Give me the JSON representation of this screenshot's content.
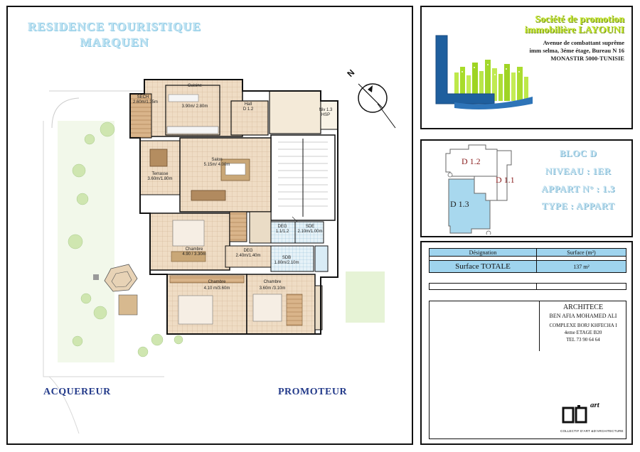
{
  "project": {
    "title_line1": "RESIDENCE TOURISTIQUE",
    "title_line2": "MARQUEN"
  },
  "signatures": {
    "buyer": "ACQUEREUR",
    "promoter": "PROMOTEUR"
  },
  "plan": {
    "north": "N",
    "rooms": [
      {
        "id": "sech",
        "label": "SECH",
        "dims": "2.60m/1.35m"
      },
      {
        "id": "cuisine",
        "label": "Cuisine",
        "dims": "3.90m/ 2.80m"
      },
      {
        "id": "hall",
        "label": "Hall",
        "dims": "D 1.2"
      },
      {
        "id": "niv",
        "label": "Niv 1.3",
        "dims": "HSP"
      },
      {
        "id": "salon",
        "label": "Salon",
        "dims": "5.15m/ 4.00m"
      },
      {
        "id": "terrasse",
        "label": "Terrasse",
        "dims": "3.60m/1.80m"
      },
      {
        "id": "chambre1",
        "label": "Chambre",
        "dims": "4.90 / 3.30m"
      },
      {
        "id": "deg1",
        "label": "DEG",
        "dims": "1.1/1.2"
      },
      {
        "id": "sde",
        "label": "SDE",
        "dims": "2.10m/1.00m"
      },
      {
        "id": "deg2",
        "label": "DEG",
        "dims": "2.40m/1.40m"
      },
      {
        "id": "sdb",
        "label": "SDB",
        "dims": "1.80m/2.10m"
      },
      {
        "id": "chambre2",
        "label": "Chambre",
        "dims": "4.10 m/3.60m"
      },
      {
        "id": "chambre3",
        "label": "Chambre",
        "dims": "3.60m /3.10m"
      }
    ]
  },
  "company": {
    "name_line1": "Société de promotion",
    "name_line2": "immobilière LAYOUNI",
    "addr_line1": "Avenue de combattant suprême",
    "addr_line2": "imm selma, 3éme étage, Bureau N 16",
    "addr_line3": "MONASTIR 5000-TUNISIE",
    "logo_letter": "L"
  },
  "bloc": {
    "keyplan_labels": [
      "D 1.2",
      "D 1.1",
      "D 1.3"
    ],
    "line1": "BLOC D",
    "line2": "NIVEAU : 1ER",
    "line3": "APPART N° : 1.3",
    "line4": "TYPE : APPART"
  },
  "surface_table": {
    "header_designation": "Désignation",
    "header_surface": "Surface (m²)",
    "row_label": "Surface TOTALE",
    "row_value": "137 m²"
  },
  "architect": {
    "line1": "ARCHITECE",
    "line2": "BEN AFIA MOHAMED ALI",
    "line3": "COMPLEXE BORJ KHFECHA I",
    "line4": "4eme ETAGE B20",
    "line5": "TEL 73 90 64 64",
    "logo_text": "art",
    "logo_caption": "COLLECTIF D'ART &D'ARCHITECTURE"
  },
  "colors": {
    "title_blue": "#bfe3f3",
    "signature_blue": "#233a8a",
    "company_green": "#c7e830",
    "logo_blue": "#1f5f9e",
    "table_cell_blue": "#9fd4ee",
    "keyplan_highlight": "#a8d8ee",
    "floor_tile": "#eedcc4",
    "garden_green": "#e6f3d6"
  }
}
